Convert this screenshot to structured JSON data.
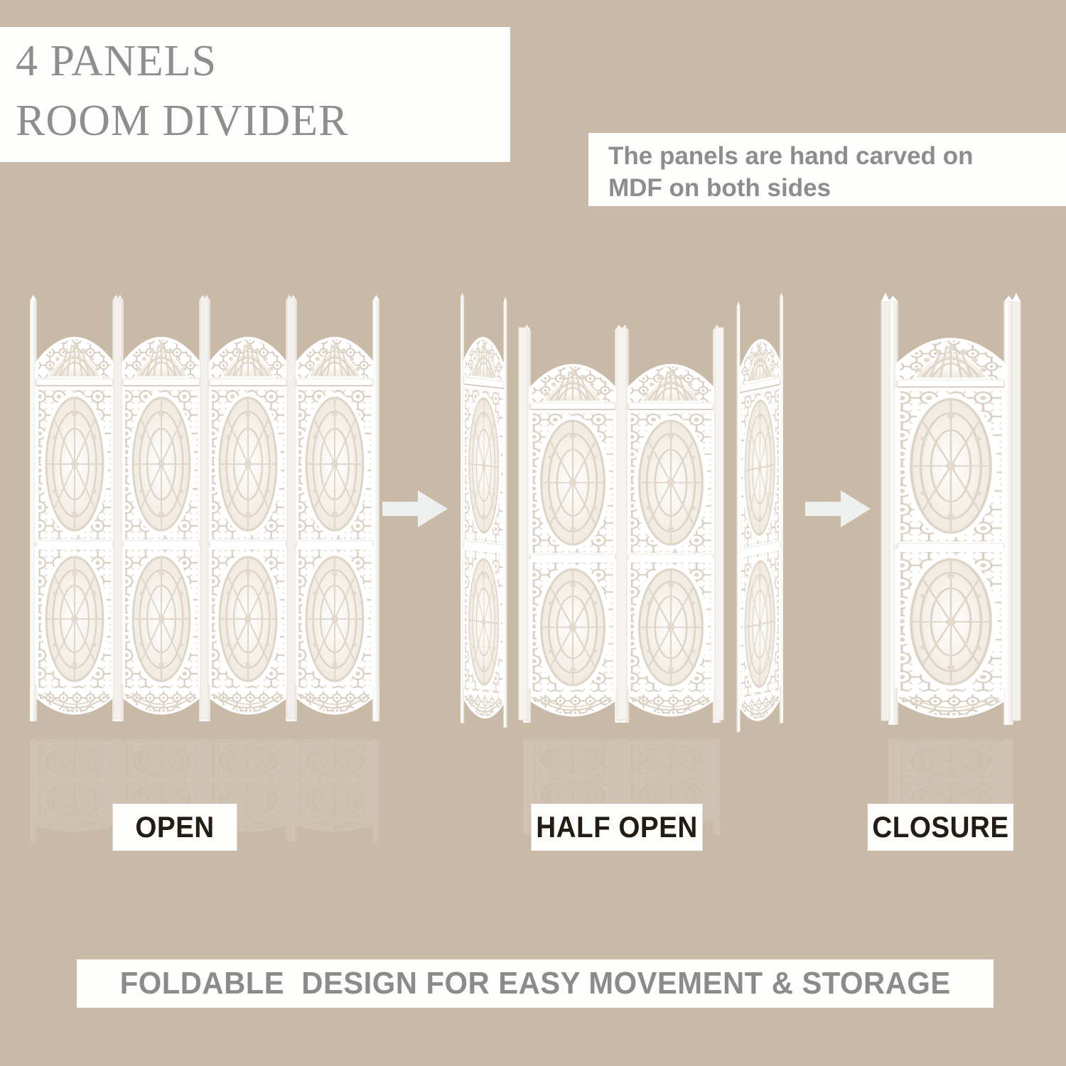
{
  "background_color": "#c9baa7",
  "title": {
    "line1": "4 PANELS",
    "line2": "ROOM DIVIDER",
    "color": "#8e8e8e"
  },
  "note": {
    "line1": "The panels are hand carved on",
    "line2": "MDF on both sides",
    "color": "#8d8d8d"
  },
  "stages": [
    {
      "label": "OPEN",
      "panels": 4,
      "state": "open"
    },
    {
      "label": "HALF OPEN",
      "panels": 4,
      "state": "half-open"
    },
    {
      "label": "CLOSURE",
      "panels": 4,
      "state": "closed"
    }
  ],
  "arrows": {
    "icon": "arrow-right-icon",
    "color": "#eef0ef",
    "count": 2
  },
  "banner": {
    "text": "FOLDABLE  DESIGN FOR EASY MOVEMENT & STORAGE",
    "color": "#8b8b8b"
  },
  "product": {
    "material": "MDF",
    "finish": "white",
    "carving": "hand carved mandala fretwork",
    "panel_color": "#ffffff"
  }
}
